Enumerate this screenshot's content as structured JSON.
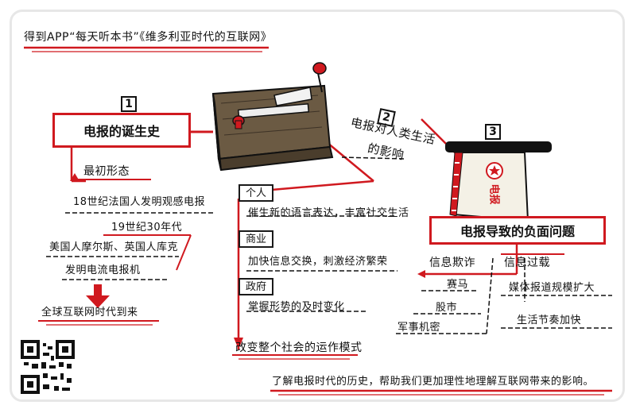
{
  "header": {
    "title": "得到APP“每天听本书”《维多利亚时代的互联网》"
  },
  "section1": {
    "number": "1",
    "title": "电报的诞生史",
    "branch_label": "最初形态",
    "item1": "18世纪法国人发明观感电报",
    "era_label": "19世纪30年代",
    "item2": "美国人摩尔斯、英国人库克",
    "item3": "发明电流电报机",
    "result": "全球互联网时代到来"
  },
  "section2": {
    "number": "2",
    "title_line1": "电报对人类生活",
    "title_line2": "的影响",
    "personal_label": "个人",
    "personal_text": "催生新的语言表达，丰富社交生活",
    "business_label": "商业",
    "business_text": "加快信息交换，刺激经济繁荣",
    "government_label": "政府",
    "government_text": "掌握形势的及时变化",
    "conclusion": "改变整个社会的运作模式"
  },
  "section3": {
    "number": "3",
    "title": "电报导致的负面问题",
    "left_label": "信息欺诈",
    "left_items": [
      "赛马",
      "股市",
      "军事机密"
    ],
    "right_label": "信息过载",
    "right_items": [
      "媒体报道规模扩大",
      "生活节奏加快"
    ],
    "telegram_stamp": "电报"
  },
  "footer": {
    "summary": "了解电报时代的历史，帮助我们更加理性地理解互联网带来的影响。"
  },
  "colors": {
    "accent": "#d0191f",
    "ink": "#111111",
    "device_wood": "#6b5a43",
    "paper": "#f4f1e6"
  }
}
